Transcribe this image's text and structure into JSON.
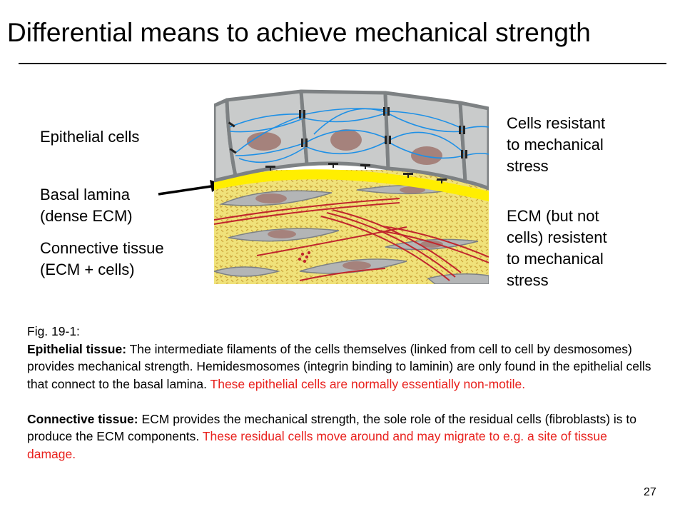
{
  "title": "Differential means to achieve mechanical strength",
  "labels": {
    "epithelial": "Epithelial cells",
    "basal_line1": "Basal lamina",
    "basal_line2": "(dense ECM)",
    "connective_line1": "Connective tissue",
    "connective_line2": "(ECM + cells)",
    "cells_resistant_line1": "Cells resistant",
    "cells_resistant_line2": "to mechanical",
    "cells_resistant_line3": "stress",
    "ecm_resistant_line1": "ECM (but not",
    "ecm_resistant_line2": "cells) resistent",
    "ecm_resistant_line3": "to mechanical",
    "ecm_resistant_line4": "stress"
  },
  "caption": {
    "fig_ref": "Fig. 19-1:",
    "epi_head": "Epithelial tissue:",
    "epi_body": " The intermediate filaments of the cells themselves (linked from cell to cell by desmosomes) provides mechanical strength. Hemidesmosomes (integrin binding to laminin)  are only found in the epithelial cells that connect to the basal lamina. ",
    "epi_red": "These epithelial cells are normally essentially non-motile.",
    "conn_head": "Connective tissue:",
    "conn_body": " ECM provides the mechanical strength, the sole role of the residual cells (fibroblasts) is to produce the ECM components. ",
    "conn_red": "These residual cells move around and may migrate to e.g. a site of tissue damage."
  },
  "page_number": "27",
  "colors": {
    "cell_fill": "#c9cbcb",
    "cell_outline": "#7d8183",
    "nucleus": "#a5827c",
    "filament": "#1e90e6",
    "desmosome": "#222222",
    "basal_lamina": "#ffee00",
    "ecm": "#f0e27a",
    "fiber": "#c0262d",
    "caption_red": "#e8201c"
  }
}
